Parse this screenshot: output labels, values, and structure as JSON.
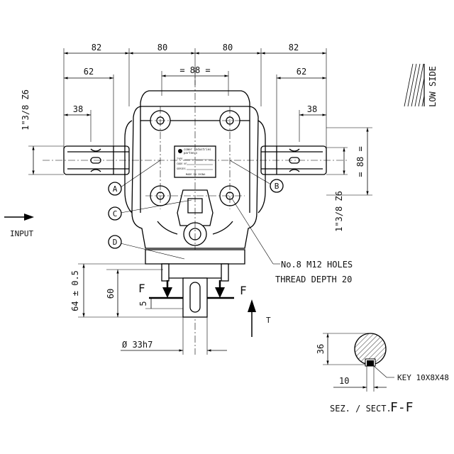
{
  "dimensions": {
    "top_82_left": "82",
    "top_80_left": "80",
    "top_80_right": "80",
    "top_82_right": "82",
    "left_62": "62",
    "right_62": "62",
    "center_88_top": "= 88 =",
    "left_38": "38",
    "right_38": "38",
    "right_88_vertical": "= 88 =",
    "left_shaft_spec": "1\"3/8 Z6",
    "right_shaft_spec": "1\"3/8 Z6",
    "dim_64": "64 ± 0.5",
    "dim_60": "60",
    "dim_5": "5",
    "dim_33": "Ø 33h7",
    "dim_36": "36",
    "dim_10": "10"
  },
  "labels": {
    "low_side": "LOW SIDE",
    "input": "INPUT",
    "holes_line1": "No.8 M12 HOLES",
    "holes_line2": "THREAD DEPTH 20",
    "key": "KEY 10X8X48",
    "section": "SEZ. / SECT.",
    "section_name": "F-F",
    "section_mark_left": "F",
    "section_mark_right": "F",
    "direction_t": "T"
  },
  "callouts": [
    "A",
    "B",
    "C",
    "D"
  ],
  "nameplate": {
    "brand_line1": "comer industries",
    "brand_line2": "partners",
    "type_label": "TYPE",
    "code_label": "CODE N°",
    "series_label": "SERIES",
    "made_in": "MADE IN CHINA"
  }
}
